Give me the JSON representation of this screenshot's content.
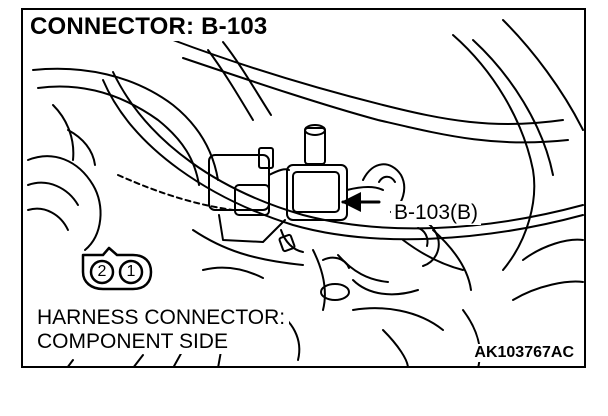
{
  "title": "CONNECTOR: B-103",
  "callout_label": "B-103(B)",
  "harness_label": {
    "line1": "HARNESS CONNECTOR:",
    "line2": "COMPONENT SIDE"
  },
  "pins": [
    "2",
    "1"
  ],
  "figure_code": "AK103767AC"
}
